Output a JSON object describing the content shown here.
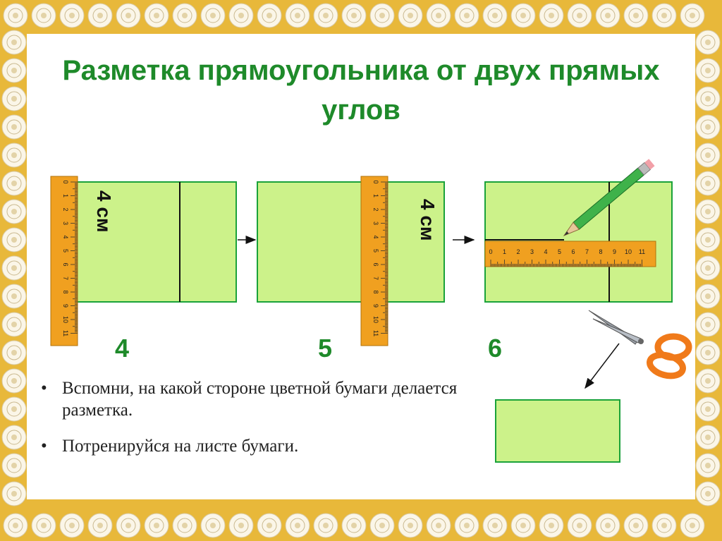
{
  "title": "Разметка прямоугольника от двух прямых углов",
  "steps": [
    {
      "number": "4",
      "measure_label": "4 см"
    },
    {
      "number": "5",
      "measure_label": "4 см"
    },
    {
      "number": "6"
    }
  ],
  "ruler_numbers": [
    "0",
    "1",
    "2",
    "3",
    "4",
    "5",
    "6",
    "7",
    "8",
    "9",
    "10",
    "11"
  ],
  "bullets": [
    "Вспомни, на какой стороне цветной бумаги делается разметка.",
    "Потренируйся на листе бумаги."
  ],
  "bullet_symbol": "•",
  "colors": {
    "frame": "#e8b83a",
    "lace": "#fbf6e8",
    "panel": "#ffffff",
    "title": "#1e8a2a",
    "paper_fill": "#ccf28a",
    "paper_border": "#1aa23a",
    "ruler": "#f0a020"
  },
  "icons": [
    "arrow-right-icon",
    "arrow-down-left-icon",
    "pencil-icon",
    "scissors-icon",
    "ruler-icon"
  ]
}
